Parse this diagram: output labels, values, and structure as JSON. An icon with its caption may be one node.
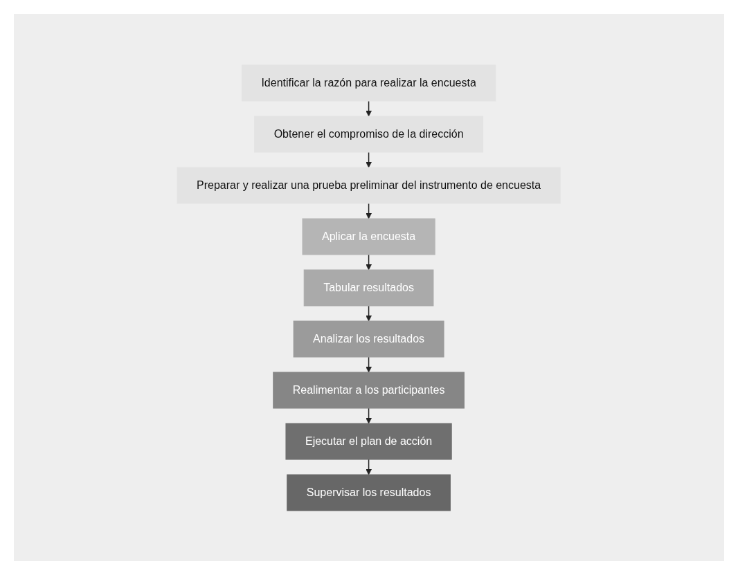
{
  "diagram": {
    "nodes": [
      {
        "text": [
          "Identificar la razón para realizar la encuesta"
        ]
      },
      {
        "text": [
          "Obtener el compromiso de la dirección"
        ]
      },
      {
        "text": [
          "Preparar y realizar una prueba preliminar del instrumento de encuesta"
        ]
      },
      {
        "text": [
          "Aplicar la encuesta"
        ]
      },
      {
        "text": [
          "Tabular resultados"
        ]
      },
      {
        "text": [
          "Analizar los resultados"
        ]
      },
      {
        "text": [
          "Realimentar a los participantes"
        ]
      },
      {
        "text": [
          "Ejecutar el plan de acción"
        ]
      },
      {
        "text": [
          "Supervisar los resultados"
        ]
      }
    ],
    "edges": [
      {
        "from": 0,
        "to": 1,
        "arrow": "to"
      },
      {
        "from": 1,
        "to": 2,
        "arrow": "to"
      },
      {
        "from": 2,
        "to": 3,
        "arrow": "to"
      },
      {
        "from": 3,
        "to": 4,
        "arrow": "to"
      },
      {
        "from": 4,
        "to": 5,
        "arrow": "to"
      },
      {
        "from": 5,
        "to": 6,
        "arrow": "to"
      },
      {
        "from": 6,
        "to": 7,
        "arrow": "to"
      },
      {
        "from": 7,
        "to": 8,
        "arrow": "to"
      }
    ]
  }
}
